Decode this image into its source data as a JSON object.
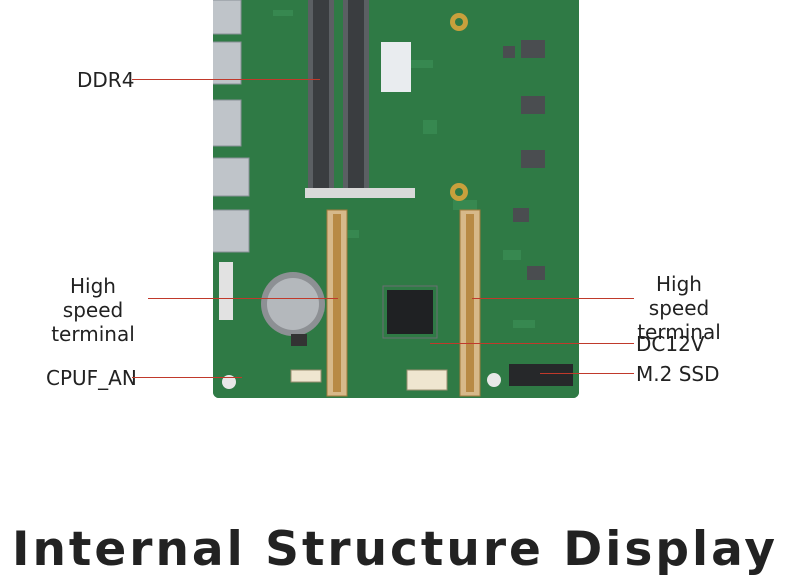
{
  "labels": {
    "ddr4": "DDR4",
    "high_speed_left_1": "High speed",
    "high_speed_left_2": "terminal",
    "cpu_fan": "CPUF_AN",
    "high_speed_right_1": "High speed",
    "high_speed_right_2": "terminal",
    "dc12v": "DC12V",
    "m2_ssd": "M.2 SSD"
  },
  "title": "Internal Structure Display",
  "colors": {
    "pcb": "#2e7d46",
    "leader_line": "#c0392b",
    "text": "#222222"
  }
}
